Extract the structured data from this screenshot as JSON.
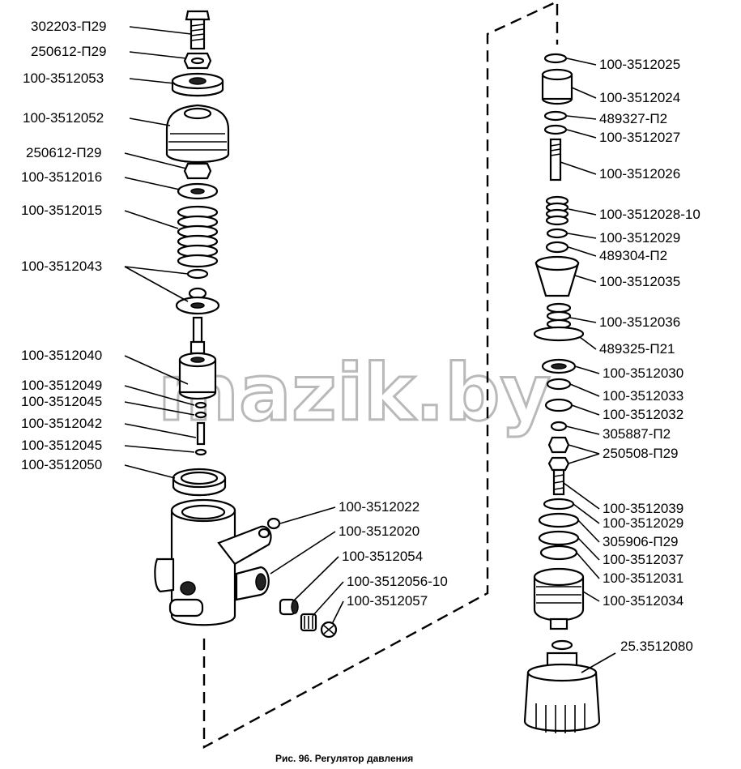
{
  "watermark": "mazik.by",
  "caption": "Рис. 96. Регулятор давления",
  "left_labels": [
    "302203-П29",
    "250612-П29",
    "100-3512053",
    "100-3512052",
    "250612-П29",
    "100-3512016",
    "100-3512015",
    "100-3512043",
    "100-3512040",
    "100-3512049",
    "100-3512045",
    "100-3512042",
    "100-3512045",
    "100-3512050"
  ],
  "body_labels": [
    "100-3512022",
    "100-3512020",
    "100-3512054",
    "100-3512056-10",
    "100-3512057"
  ],
  "right_labels": [
    "100-3512025",
    "100-3512024",
    "489327-П2",
    "100-3512027",
    "100-3512026",
    "100-3512028-10",
    "100-3512029",
    "489304-П2",
    "100-3512035",
    "100-3512036",
    "489325-П21",
    "100-3512030",
    "100-3512033",
    "100-3512032",
    "305887-П2",
    "250508-П29",
    "100-3512039",
    "100-3512029",
    "305906-П29",
    "100-3512037",
    "100-3512031",
    "100-3512034"
  ],
  "top_label": "25.3512080"
}
